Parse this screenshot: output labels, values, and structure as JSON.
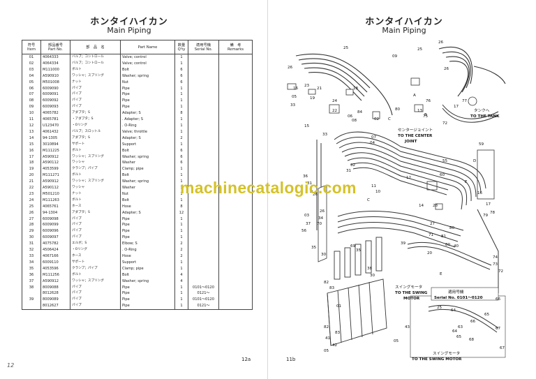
{
  "left_page": {
    "title_jp": "ホンタイハイカン",
    "title_en": "Main Piping",
    "headers": {
      "item": "符号\nItem",
      "part_no": "部品番号\nPart No.",
      "name_jp": "部　品　名",
      "part_name": "Part Name",
      "qty": "数量\nQ'ty",
      "serial": "適用号機\nSerial No.",
      "remarks": "備　考\nRemarks"
    },
    "rows": [
      {
        "item": "01",
        "part_no": "4064333",
        "jp": "バルブ；コントロール",
        "name": "Valve; control",
        "qty": "1",
        "serial": ""
      },
      {
        "item": "02",
        "part_no": "4064334",
        "jp": "バルブ；コントロール",
        "name": "Valve; control",
        "qty": "1",
        "serial": ""
      },
      {
        "item": "03",
        "part_no": "M111000",
        "jp": "ボルト",
        "name": "Bolt",
        "qty": "6",
        "serial": ""
      },
      {
        "item": "04",
        "part_no": "A590910",
        "jp": "ワッシャ；スプリング",
        "name": "Washer; spring",
        "qty": "6",
        "serial": ""
      },
      {
        "item": "05",
        "part_no": "M501008",
        "jp": "ナット",
        "name": "Nut",
        "qty": "6",
        "serial": ""
      },
      {
        "item": "06",
        "part_no": "6009090",
        "jp": "パイプ",
        "name": "Pipe",
        "qty": "1",
        "serial": ""
      },
      {
        "item": "07",
        "part_no": "6009091",
        "jp": "パイプ",
        "name": "Pipe",
        "qty": "1",
        "serial": ""
      },
      {
        "item": "08",
        "part_no": "6009092",
        "jp": "パイプ",
        "name": "Pipe",
        "qty": "1",
        "serial": ""
      },
      {
        "item": "09",
        "part_no": "6009093",
        "jp": "パイプ",
        "name": "Pipe",
        "qty": "1",
        "serial": ""
      },
      {
        "item": "10",
        "part_no": "4065782",
        "jp": "アダプタ；S",
        "name": "Adapter; S",
        "qty": "8",
        "serial": ""
      },
      {
        "item": "11",
        "part_no": "4065781",
        "jp": "・アダプタ；S",
        "name": ". Adapter; S",
        "qty": "1",
        "serial": ""
      },
      {
        "item": "12",
        "part_no": "U123470",
        "jp": "・Oリング",
        "name": ". O-Ring",
        "qty": "1",
        "serial": ""
      },
      {
        "item": "13",
        "part_no": "4061432",
        "jp": "バルブ；スロットル",
        "name": "Valve; throttle",
        "qty": "1",
        "serial": ""
      },
      {
        "item": "14",
        "part_no": "94-1305",
        "jp": "アダプタ；S",
        "name": "Adapter; S",
        "qty": "2",
        "serial": ""
      },
      {
        "item": "15",
        "part_no": "3010894",
        "jp": "サポート",
        "name": "Support",
        "qty": "1",
        "serial": ""
      },
      {
        "item": "16",
        "part_no": "M111225",
        "jp": "ボルト",
        "name": "Bolt",
        "qty": "6",
        "serial": ""
      },
      {
        "item": "17",
        "part_no": "A590912",
        "jp": "ワッシャ；スプリング",
        "name": "Washer; spring",
        "qty": "6",
        "serial": ""
      },
      {
        "item": "18",
        "part_no": "A590112",
        "jp": "ワッシャ",
        "name": "Washer",
        "qty": "6",
        "serial": ""
      },
      {
        "item": "19",
        "part_no": "4053599",
        "jp": "クランプ；パイプ",
        "name": "Clamp; pipe",
        "qty": "1",
        "serial": ""
      },
      {
        "item": "20",
        "part_no": "M111271",
        "jp": "ボルト",
        "name": "Bolt",
        "qty": "1",
        "serial": ""
      },
      {
        "item": "21",
        "part_no": "A590912",
        "jp": "ワッシャ；スプリング",
        "name": "Washer; spring",
        "qty": "1",
        "serial": ""
      },
      {
        "item": "22",
        "part_no": "A590112",
        "jp": "ワッシャ",
        "name": "Washer",
        "qty": "1",
        "serial": ""
      },
      {
        "item": "23",
        "part_no": "M501210",
        "jp": "ナット",
        "name": "Nut",
        "qty": "1",
        "serial": ""
      },
      {
        "item": "24",
        "part_no": "M111263",
        "jp": "ボルト",
        "name": "Bolt",
        "qty": "1",
        "serial": ""
      },
      {
        "item": "25",
        "part_no": "4065761",
        "jp": "ホース",
        "name": "Hose",
        "qty": "8",
        "serial": ""
      },
      {
        "item": "26",
        "part_no": "94-1304",
        "jp": "アダプタ；S",
        "name": "Adapter; S",
        "qty": "12",
        "serial": ""
      },
      {
        "item": "27",
        "part_no": "6009098",
        "jp": "パイプ",
        "name": "Pipe",
        "qty": "1",
        "serial": ""
      },
      {
        "item": "28",
        "part_no": "6009099",
        "jp": "パイプ",
        "name": "Pipe",
        "qty": "1",
        "serial": ""
      },
      {
        "item": "29",
        "part_no": "6009096",
        "jp": "パイプ",
        "name": "Pipe",
        "qty": "1",
        "serial": ""
      },
      {
        "item": "30",
        "part_no": "6009097",
        "jp": "パイプ",
        "name": "Pipe",
        "qty": "1",
        "serial": ""
      },
      {
        "item": "31",
        "part_no": "4075782",
        "jp": "エルボ；S",
        "name": "Elbow; S",
        "qty": "2",
        "serial": ""
      },
      {
        "item": "32",
        "part_no": "4506424",
        "jp": "・Oリング",
        "name": ". O-Ring",
        "qty": "2",
        "serial": ""
      },
      {
        "item": "33",
        "part_no": "4067166",
        "jp": "ホース",
        "name": "Hose",
        "qty": "2",
        "serial": ""
      },
      {
        "item": "34",
        "part_no": "6009110",
        "jp": "サポート",
        "name": "Support",
        "qty": "1",
        "serial": ""
      },
      {
        "item": "35",
        "part_no": "4053596",
        "jp": "クランプ；パイプ",
        "name": "Clamp; pipe",
        "qty": "1",
        "serial": ""
      },
      {
        "item": "36",
        "part_no": "M111256",
        "jp": "ボルト",
        "name": "Bolt",
        "qty": "4",
        "serial": ""
      },
      {
        "item": "37",
        "part_no": "A590912",
        "jp": "ワッシャ；スプリング",
        "name": "Washer; spring",
        "qty": "4",
        "serial": ""
      },
      {
        "item": "38",
        "part_no": "8009088",
        "jp": "パイプ",
        "name": "Pipe",
        "qty": "1",
        "serial": "0101～0120"
      },
      {
        "item": "",
        "part_no": "8012628",
        "jp": "パイプ",
        "name": "Pipe",
        "qty": "1",
        "serial": "0121～"
      },
      {
        "item": "39",
        "part_no": "8009089",
        "jp": "パイプ",
        "name": "Pipe",
        "qty": "1",
        "serial": "0101～0120"
      },
      {
        "item": "",
        "part_no": "8012627",
        "jp": "パイプ",
        "name": "Pipe",
        "qty": "1",
        "serial": "0121～"
      }
    ],
    "page_number": "12a",
    "corner_mark": "12"
  },
  "right_page": {
    "title_jp": "ホンタイハイカン",
    "title_en": "Main Piping",
    "page_number": "11b",
    "notes": {
      "tank_jp": "タンクへ",
      "tank_en": "TO THE TANK",
      "center_jp": "センタージョイント",
      "center_en_1": "TO THE CENTER",
      "center_en_2": "JOINT",
      "swing_jp": "スイングモータ",
      "swing_en_1": "TO THE SWING",
      "swing_en_2": "MOTOR",
      "serial_jp": "適用号機",
      "serial_en": "Serial No. 0101～0120",
      "swing2_jp": "スイングモータ",
      "swing2_en": "TO THE SWING MOTOR"
    },
    "callouts": [
      "26",
      "25",
      "09",
      "25",
      "26",
      "26",
      "16",
      "23",
      "21",
      "18",
      "24",
      "08",
      "02",
      "80",
      "A",
      "76",
      "B",
      "77",
      "17",
      "05",
      "19",
      "22",
      "33",
      "C",
      "15",
      "33",
      "07",
      "04",
      "06",
      "84",
      "75",
      "72",
      "13",
      "12",
      "32",
      "31",
      "36",
      "31",
      "D",
      "55",
      "60",
      "59",
      "D",
      "E",
      "26",
      "03",
      "37",
      "56",
      "11",
      "10",
      "C",
      "14",
      "28",
      "27",
      "80",
      "16",
      "17",
      "79",
      "78",
      "26",
      "34",
      "70",
      "35",
      "30",
      "69",
      "35",
      "39",
      "71",
      "81",
      "80",
      "40",
      "82",
      "83",
      "20",
      "74",
      "73",
      "72",
      "38",
      "30",
      "01",
      "25",
      "66",
      "65",
      "66",
      "68",
      "64",
      "63",
      "64",
      "65",
      "82",
      "83",
      "41",
      "05",
      "42",
      "43",
      "05",
      "67",
      "67",
      "E"
    ]
  },
  "watermark": "machinecatalogic.com"
}
